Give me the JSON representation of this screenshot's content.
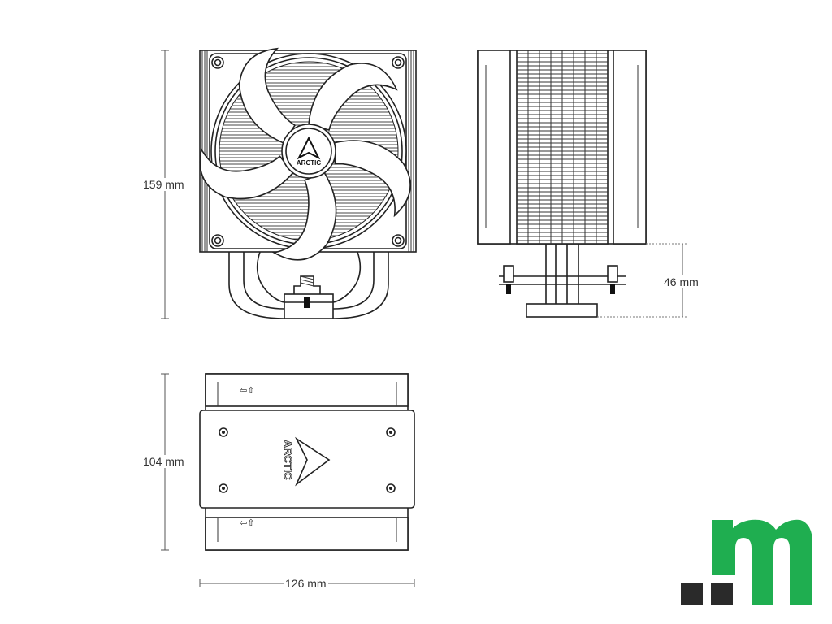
{
  "dimensions": {
    "height_total": "159 mm",
    "base_height": "46 mm",
    "depth": "104 mm",
    "width": "126 mm"
  },
  "brand_marks": {
    "product_logo": "ARCTIC",
    "watermark_logo": ".m"
  },
  "colors": {
    "line": "#222222",
    "watermark_green": "#1fae50",
    "watermark_dark": "#2a2a2a"
  }
}
